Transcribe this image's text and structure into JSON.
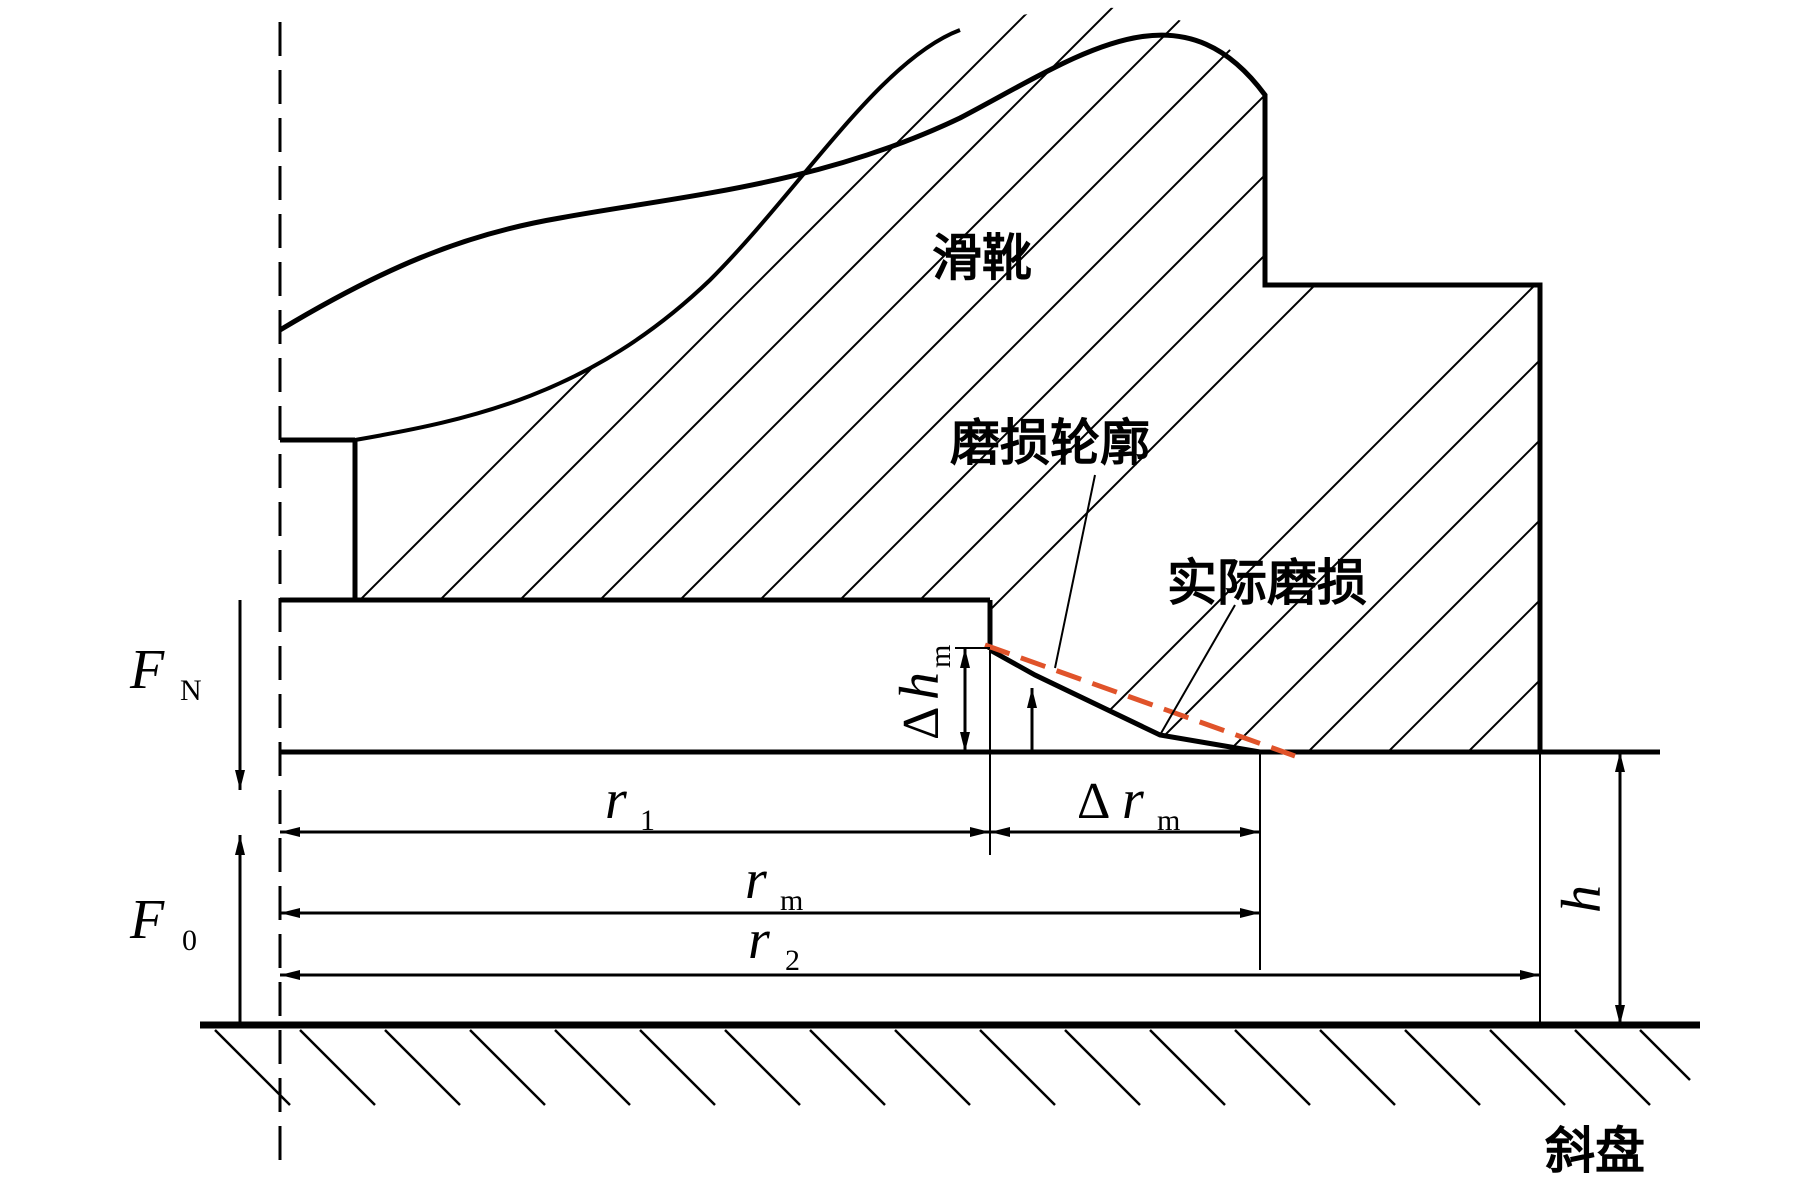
{
  "labels": {
    "slipper": "滑靴",
    "wear_profile": "磨损轮廓",
    "actual_wear": "实际磨损",
    "swash_plate": "斜盘"
  },
  "symbols": {
    "fn": {
      "var": "F",
      "sub": "N"
    },
    "f0": {
      "var": "F",
      "sub": "0"
    },
    "r1": {
      "var": "r",
      "sub": "1"
    },
    "rm": {
      "var": "r",
      "sub": "m"
    },
    "r2": {
      "var": "r",
      "sub": "2"
    },
    "delta_rm": {
      "delta": "Δ",
      "var": "r",
      "sub": "m"
    },
    "delta_hm": {
      "delta": "Δ",
      "var": "h",
      "sub": "m"
    },
    "h": {
      "var": "h"
    }
  },
  "colors": {
    "line": "#000000",
    "wear_profile_dashed": "#e0532a"
  }
}
